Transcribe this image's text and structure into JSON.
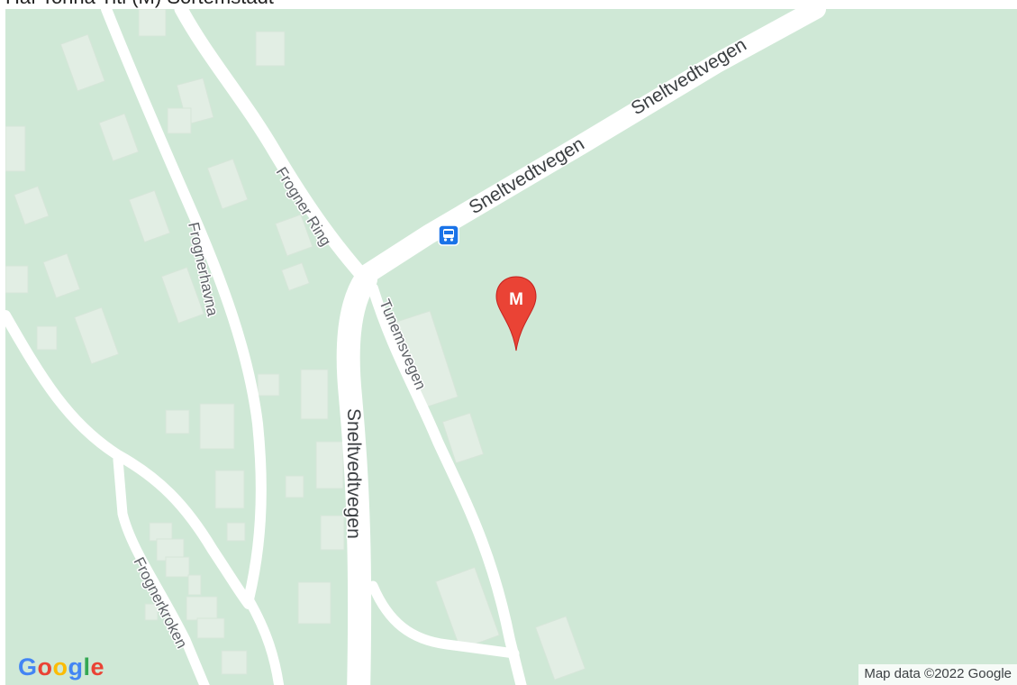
{
  "header": {
    "text": "Haf Tonna Titl (M) Sortemstadt"
  },
  "map": {
    "roads": [
      {
        "id": "sneltvedtvegen-east-1",
        "label": "Sneltvedtvegen"
      },
      {
        "id": "sneltvedtvegen-east-2",
        "label": "Sneltvedtvegen"
      },
      {
        "id": "sneltvedtvegen-south",
        "label": "Sneltvedtvegen"
      },
      {
        "id": "frogner-ring",
        "label": "Frogner Ring"
      },
      {
        "id": "frognerhavna",
        "label": "Frognerhavna"
      },
      {
        "id": "tunemsvegen",
        "label": "Tunemsvegen"
      },
      {
        "id": "frognerkroken",
        "label": "Frognerkroken"
      }
    ],
    "marker": {
      "label": "M",
      "color": "#ea4335",
      "icon": "map-pin-icon"
    },
    "bus_stop": {
      "icon": "bus-icon",
      "color": "#1a73e8"
    },
    "logo": {
      "letters": [
        "G",
        "o",
        "o",
        "g",
        "l",
        "e"
      ],
      "colors": [
        "#4285f4",
        "#ea4335",
        "#fbbc05",
        "#4285f4",
        "#34a853",
        "#ea4335"
      ]
    },
    "attribution": "Map data ©2022 Google",
    "colors": {
      "land": "#cfe8d6",
      "road": "#ffffff",
      "building": "#e2eee4"
    }
  }
}
